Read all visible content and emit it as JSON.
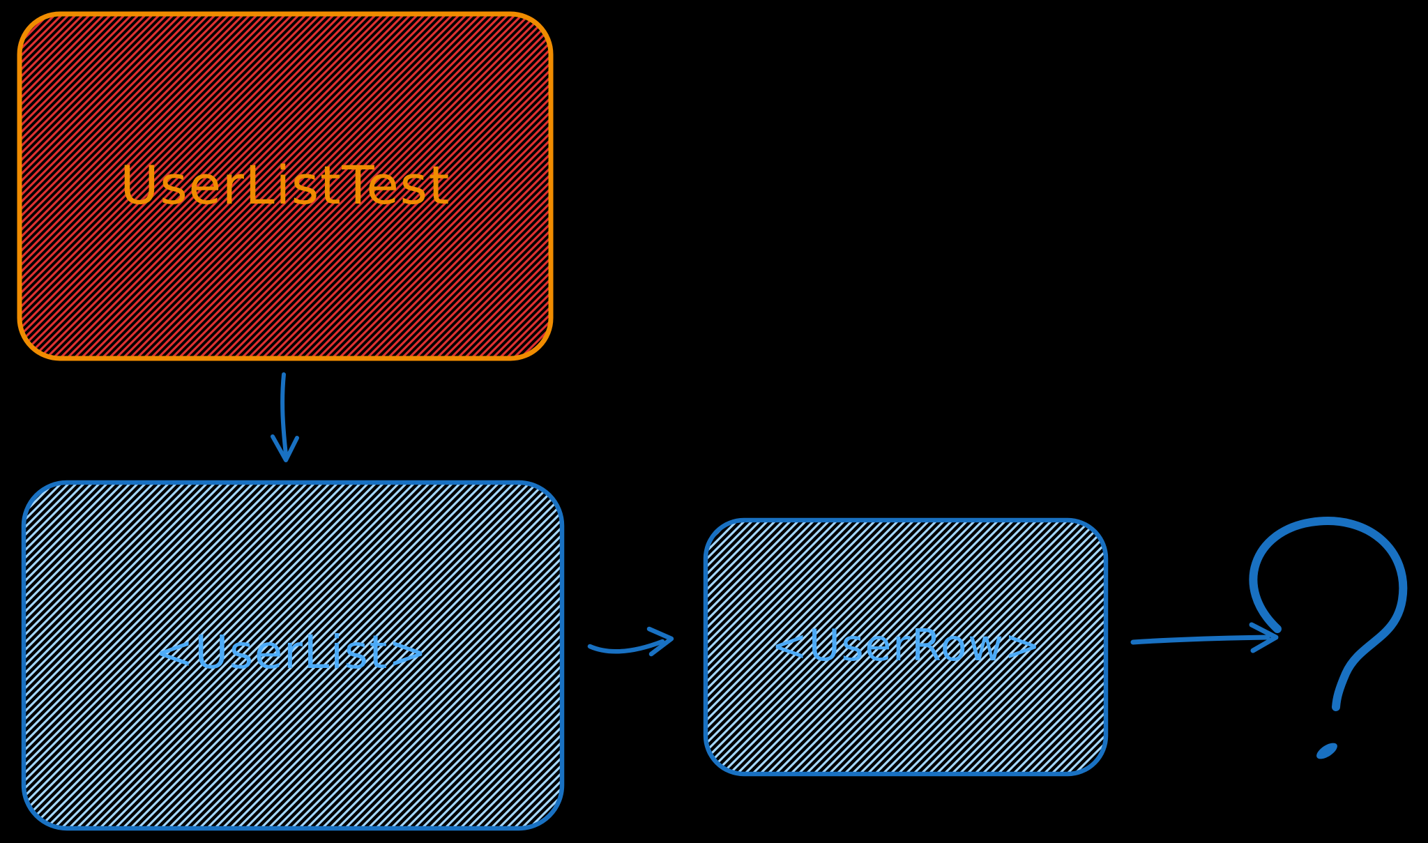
{
  "canvas": {
    "background": "#000000"
  },
  "diagram": {
    "nodes": [
      {
        "id": "user-list-test",
        "label": "UserListTest",
        "shape": "rounded-rectangle",
        "fill_style": "hachure",
        "hatch_color": "#e03131",
        "stroke_color": "#f08c00",
        "text_color": "#f08c00"
      },
      {
        "id": "user-list",
        "label": "<UserList>",
        "shape": "rounded-rectangle",
        "fill_style": "hachure",
        "hatch_color": "#a5d8ff",
        "stroke_color": "#1971c2",
        "text_color": "#4dabf7"
      },
      {
        "id": "user-row",
        "label": "<UserRow>",
        "shape": "rounded-rectangle",
        "fill_style": "hachure",
        "hatch_color": "#a5d8ff",
        "stroke_color": "#1971c2",
        "text_color": "#4dabf7"
      }
    ],
    "edges": [
      {
        "id": "edge-userlisttest-to-userlist",
        "from": "user-list-test",
        "to": "user-list",
        "color": "#1971c2"
      },
      {
        "id": "edge-userlist-to-userrow",
        "from": "user-list",
        "to": "user-row",
        "color": "#1971c2"
      },
      {
        "id": "edge-userrow-to-question",
        "from": "user-row",
        "to": "question-mark",
        "color": "#1971c2"
      }
    ],
    "question_mark": {
      "symbol": "?",
      "color": "#1971c2"
    }
  }
}
